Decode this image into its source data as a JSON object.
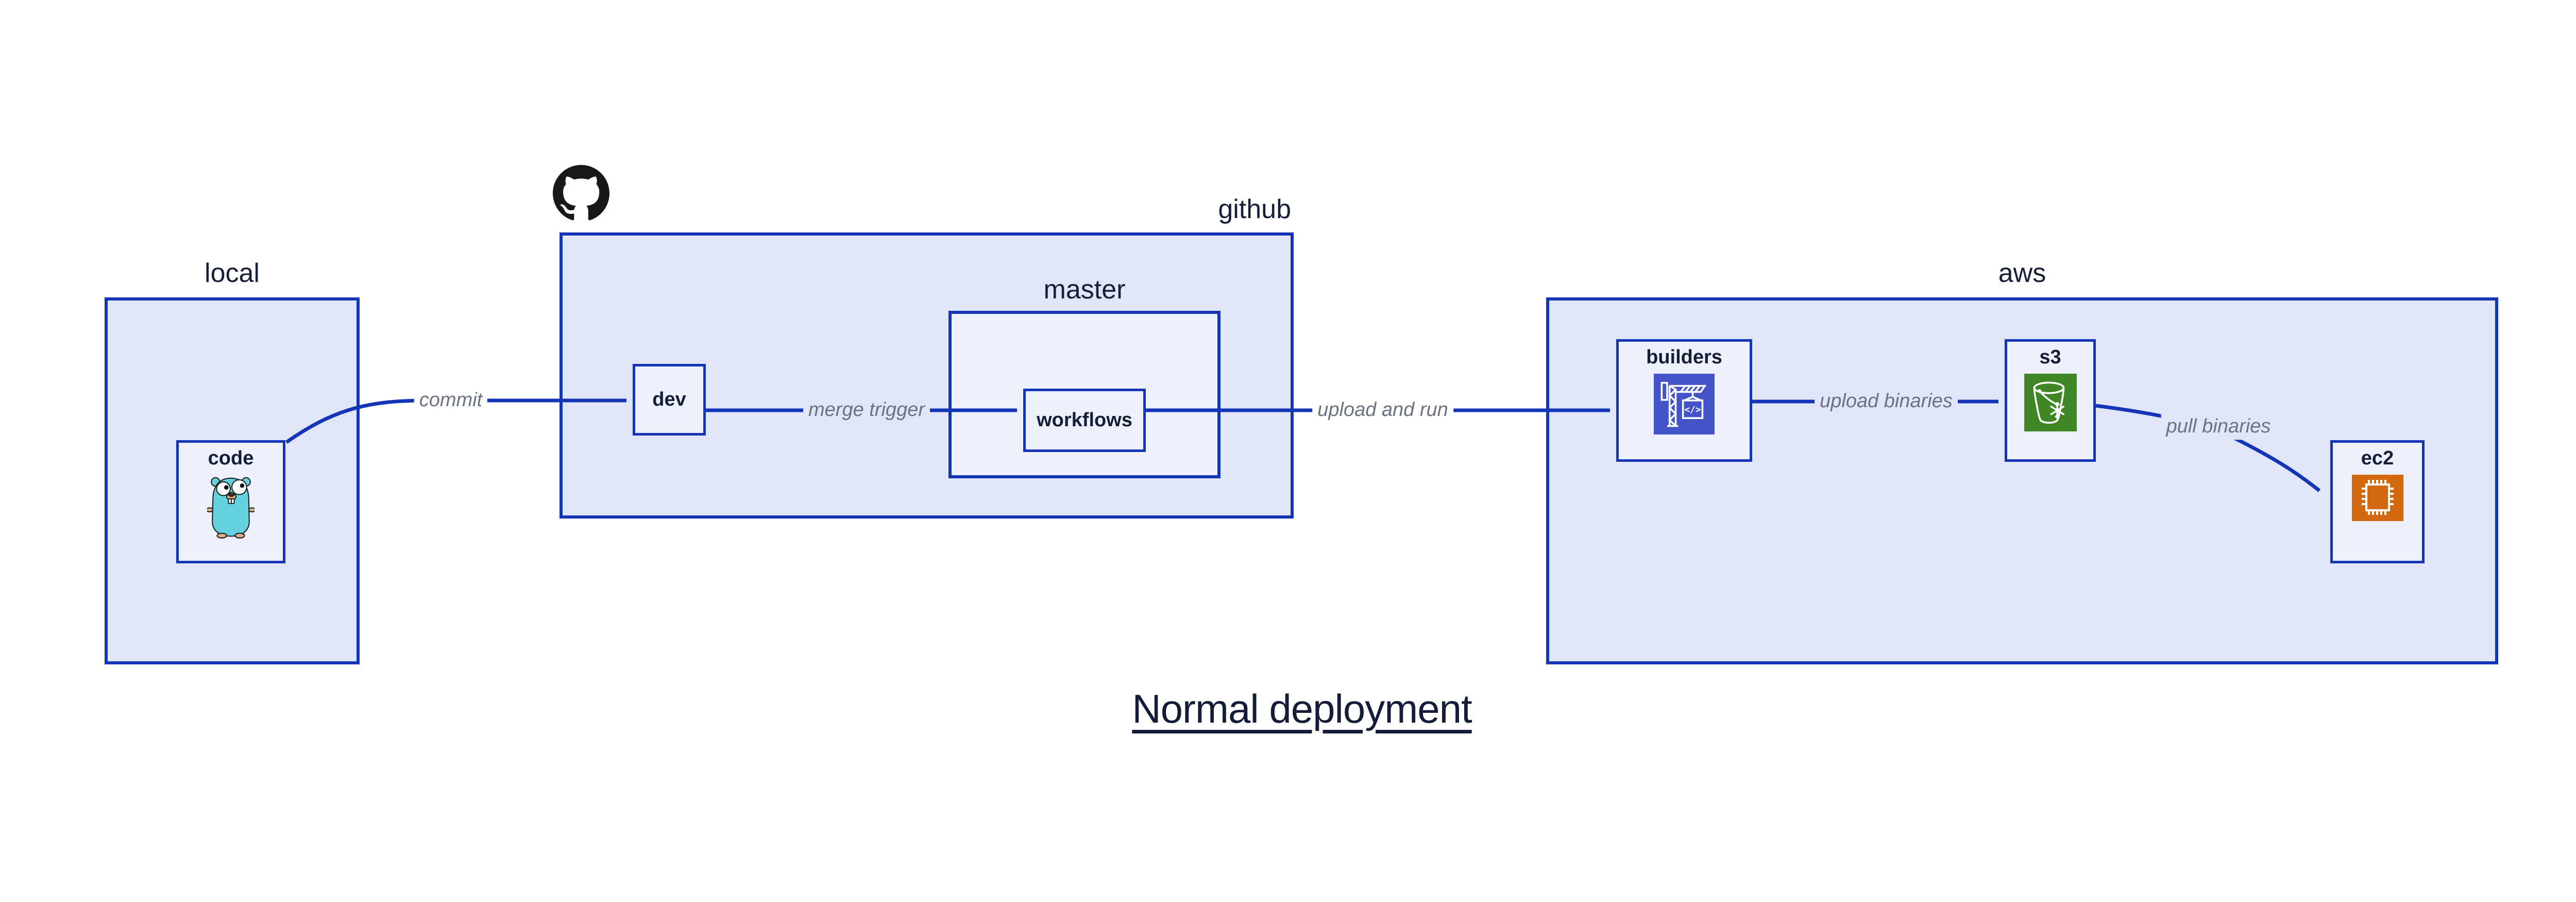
{
  "title": {
    "text": "Normal deployment"
  },
  "groups": {
    "local": {
      "label": "local"
    },
    "github": {
      "label": "github",
      "icon": "github-octocat-icon"
    },
    "master": {
      "label": "master"
    },
    "aws": {
      "label": "aws"
    }
  },
  "nodes": {
    "code": {
      "label": "code",
      "icon": "go-gopher-icon"
    },
    "dev": {
      "label": "dev"
    },
    "workflows": {
      "label": "workflows"
    },
    "builders": {
      "label": "builders",
      "icon": "aws-codebuild-crane-icon"
    },
    "s3": {
      "label": "s3",
      "icon": "aws-s3-bucket-icon"
    },
    "ec2": {
      "label": "ec2",
      "icon": "aws-ec2-chip-icon"
    }
  },
  "edges": [
    {
      "from": "code",
      "to": "dev",
      "label": "commit"
    },
    {
      "from": "dev",
      "to": "workflows",
      "label": "merge trigger"
    },
    {
      "from": "workflows",
      "to": "builders",
      "label": "upload and run"
    },
    {
      "from": "builders",
      "to": "s3",
      "label": "upload binaries"
    },
    {
      "from": "s3",
      "to": "ec2",
      "label": "pull binaries"
    }
  ],
  "colors": {
    "box_border_blue": "#1435b5",
    "arrow_blue": "#1435b5",
    "container_fill": "#e0e6f8",
    "leaf_fill": "#edf1fc",
    "label_navy": "#161e38",
    "edge_label_gray": "#6b7380",
    "octocat_black": "#191717",
    "gopher_teal": "#63d2de",
    "codebuild_indigo": "#4453c8",
    "s3_green": "#3f8624",
    "ec2_orange": "#d2690f",
    "page_background": "#ffffff"
  }
}
